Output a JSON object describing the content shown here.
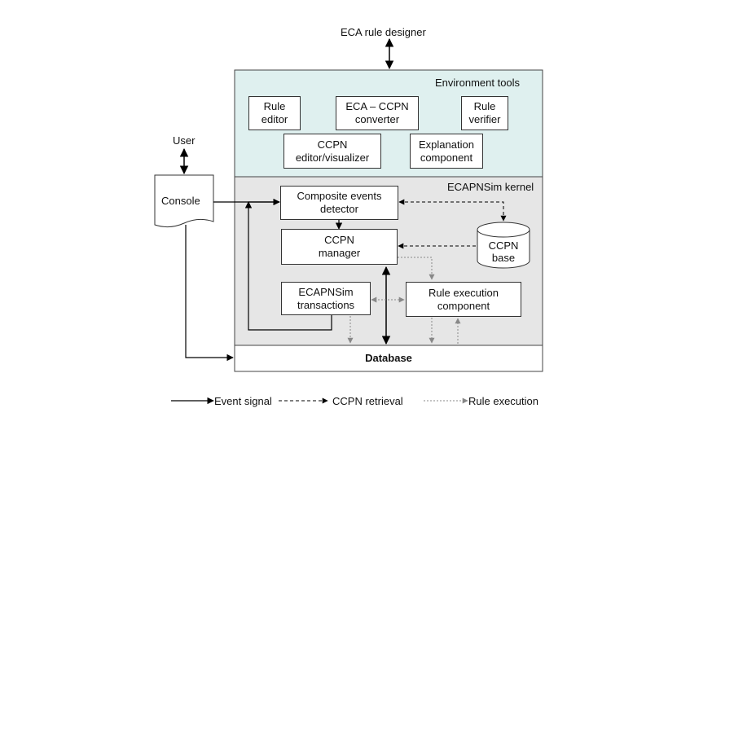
{
  "top_actor": "ECA rule designer",
  "user": "User",
  "environment_tools": {
    "title": "Environment tools",
    "rule_editor": [
      "Rule",
      "editor"
    ],
    "converter": [
      "ECA – CCPN",
      "converter"
    ],
    "rule_verifier": [
      "Rule",
      "verifier"
    ],
    "ccpn_editor": [
      "CCPN",
      "editor/visualizer"
    ],
    "explanation": [
      "Explanation",
      "component"
    ]
  },
  "kernel": {
    "title": "ECAPNSim kernel",
    "composite_events": [
      "Composite events",
      "detector"
    ],
    "ccpn_manager": [
      "CCPN",
      "manager"
    ],
    "ccpn_base": [
      "CCPN",
      "base"
    ],
    "transactions": [
      "ECAPNSim",
      "transactions"
    ],
    "rule_execution": [
      "Rule execution",
      "component"
    ]
  },
  "console": "Console",
  "database": "Database",
  "legend": {
    "event_signal": "Event signal",
    "ccpn_retrieval": "CCPN retrieval",
    "rule_execution": "Rule execution"
  },
  "colors": {
    "env_bg": "#dff0ef",
    "kernel_bg": "#e6e6e6",
    "event_arrow": "#000000",
    "retrieval_arrow": "#000000",
    "execution_arrow": "#888888"
  }
}
